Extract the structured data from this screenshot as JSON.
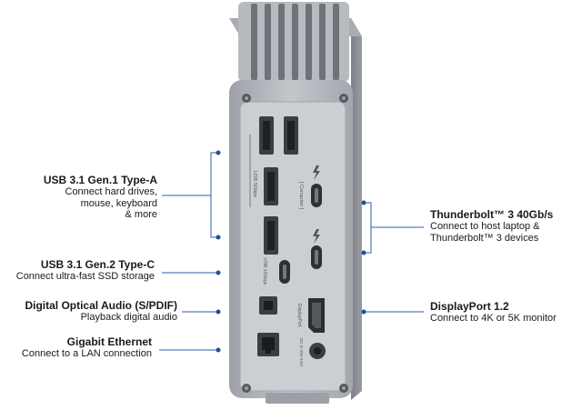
{
  "colors": {
    "callout_line": "#2a5fa8",
    "callout_dot": "#1f4f96",
    "chassis": "#b3b7bd",
    "chassis_dark": "#8c9096",
    "panel": "#c9ccd0",
    "port": "#3b3e43"
  },
  "device": {
    "section_label_usb": "USB 5Gbps",
    "section_label_usb10": "USB 10Gbps",
    "section_label_computer": "[ Computer ]",
    "section_label_dp": "DisplayPort",
    "section_label_power": "DC In 20V 6.5A"
  },
  "callouts": {
    "usb31_gen1": {
      "title": "USB 3.1 Gen.1 Type-A",
      "lines": [
        "Connect hard drives,",
        "mouse, keyboard",
        "& more"
      ]
    },
    "usb31_gen2": {
      "title": "USB 3.1 Gen.2 Type-C",
      "lines": [
        "Connect ultra-fast SSD storage"
      ]
    },
    "optical": {
      "title": "Digital Optical Audio (S/PDIF)",
      "lines": [
        "Playback digital audio"
      ]
    },
    "ethernet": {
      "title": "Gigabit Ethernet",
      "lines": [
        "Connect to a LAN connection"
      ]
    },
    "thunderbolt": {
      "title": "Thunderbolt™ 3 40Gb/s",
      "lines": [
        "Connect to host laptop &",
        "Thunderbolt™ 3 devices"
      ]
    },
    "displayport": {
      "title": "DisplayPort 1.2",
      "lines": [
        "Connect to 4K or 5K monitor"
      ]
    }
  }
}
